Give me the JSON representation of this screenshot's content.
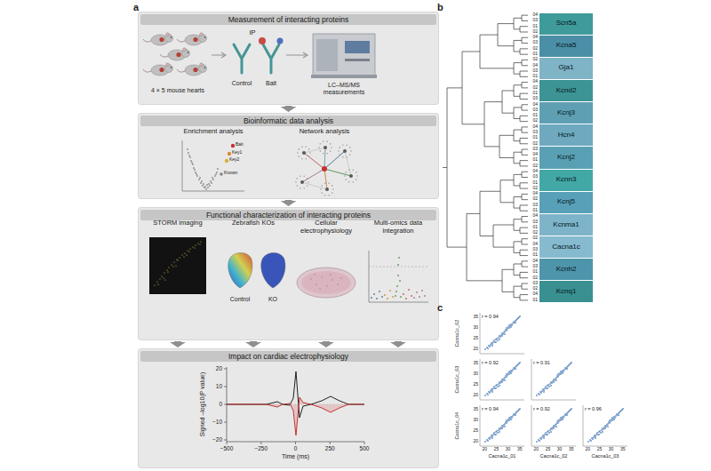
{
  "diagram": {
    "nodes": [
      {
        "text": [
          "Measurement of interacting proteins"
        ]
      },
      {
        "text": [
          "Bioinformatic data analysis"
        ]
      },
      {
        "text": [
          "Functional characterization of interacting proteins"
        ]
      },
      {
        "text": [
          "Impact on cardiac electrophysiology"
        ]
      },
      {
        "text": [
          "Scn5a"
        ]
      },
      {
        "text": [
          "Kcna5"
        ]
      },
      {
        "text": [
          "Gja1"
        ]
      },
      {
        "text": [
          "Kcnd2"
        ]
      },
      {
        "text": [
          "Kcnj3"
        ]
      },
      {
        "text": [
          "Hcn4"
        ]
      },
      {
        "text": [
          "Kcnj2"
        ]
      },
      {
        "text": [
          "Kcnn3"
        ]
      },
      {
        "text": [
          "Kcnj5"
        ]
      },
      {
        "text": [
          "Kcnma1"
        ]
      },
      {
        "text": [
          "Cacna1c"
        ]
      },
      {
        "text": [
          "Kcnh2"
        ]
      },
      {
        "text": [
          "Kcnq1"
        ]
      }
    ],
    "edges": [
      {
        "from": 0,
        "to": 1,
        "arrow": "to"
      },
      {
        "from": 1,
        "to": 2,
        "arrow": "to"
      },
      {
        "from": 2,
        "to": 3,
        "arrow": "to"
      },
      {
        "from": 2,
        "to": 3,
        "arrow": "to"
      },
      {
        "from": 2,
        "to": 3,
        "arrow": "to"
      },
      {
        "from": 2,
        "to": 3,
        "arrow": "to"
      }
    ],
    "labels": [
      "a",
      "4 × 5 mouse hearts",
      "IP",
      "Control",
      "Bait",
      "LC–MS/MS measurements",
      "Enrichment analysis",
      "Bait",
      "Key1",
      "Key2",
      "Known",
      "Network analysis",
      "STORM imaging",
      "Zebrafish KOs",
      "Cellular electrophysiology",
      "Multi-omics data integration",
      "Control",
      "KO",
      "Signed –log10(P value)",
      "20",
      "10",
      "0",
      "−10",
      "−20",
      "−500",
      "−250",
      "0",
      "250",
      "500",
      "Time (ms)",
      "b",
      "04",
      "03",
      "01",
      "02",
      "04",
      "03",
      "02",
      "01",
      "02",
      "04",
      "03",
      "01",
      "04",
      "02",
      "01",
      "03",
      "04",
      "03",
      "01",
      "02",
      "04",
      "03",
      "01",
      "02",
      "03",
      "04",
      "01",
      "02",
      "04",
      "03",
      "01",
      "02",
      "04",
      "02",
      "03",
      "01",
      "04",
      "03",
      "01",
      "02",
      "02",
      "04",
      "03",
      "01",
      "04",
      "03",
      "01",
      "02",
      "03",
      "02",
      "04",
      "01",
      "c",
      "r = 0.94",
      "r = 0.92",
      "r = 0.91",
      "r = 0.94",
      "r = 0.92",
      "r = 0.96",
      "Cacna1c_02",
      "Cacna1c_03",
      "Cacna1c_04",
      "Cacna1c_01",
      "Cacna1c_02",
      "Cacna1c_03",
      "35",
      "30",
      "25",
      "20",
      "35",
      "30",
      "25",
      "20",
      "35",
      "30",
      "25",
      "20",
      "20",
      "25",
      "30",
      "35",
      "20",
      "25",
      "30",
      "35",
      "20",
      "25",
      "30",
      "35"
    ]
  }
}
